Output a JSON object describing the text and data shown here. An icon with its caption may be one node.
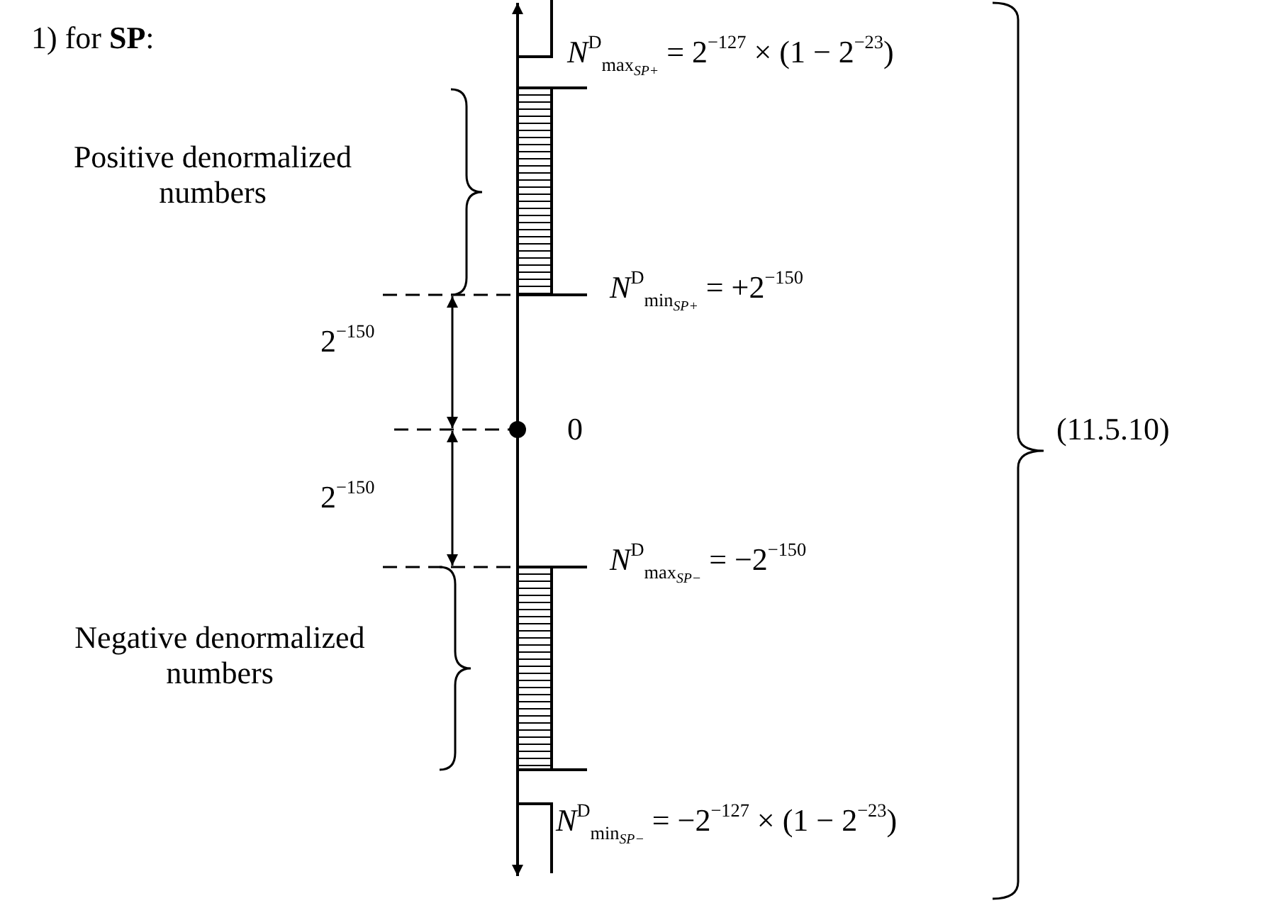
{
  "diagram": {
    "labels": [
      "1) for **SP**:",
      "*N*$^{D}$$_{max}$$_{SP+}$ = 2$^{−127}$ × (1 − 2$^{−23}$)",
      "Positive denormalized numbers",
      "*N*$^{D}$$_{min}$$_{SP+}$ = +2$^{−150}$",
      "2$^{−150}$",
      "0",
      "(11.5.10)",
      "2$^{−150}$",
      "*N*$^{D}$$_{max}$$_{SP−}$ = −2$^{−150}$",
      "Negative denormalized numbers",
      "*N*$^{D}$$_{min}$$_{SP−}$ = −2$^{−127}$ × (1 − 2$^{−23}$)"
    ]
  }
}
